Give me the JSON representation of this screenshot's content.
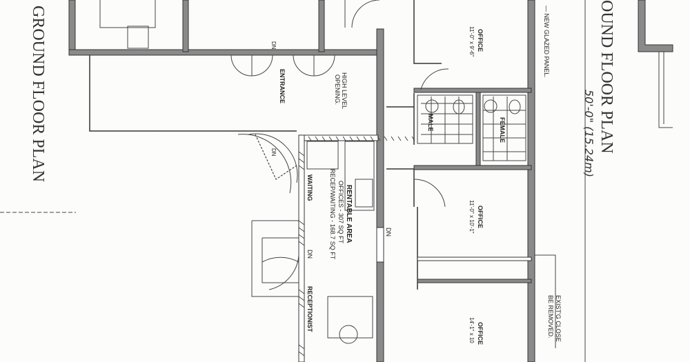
{
  "title_left": "GROUND FLOOR PLAN",
  "title_right": "OUND FLOOR PLAN",
  "overall_dimension": "50'-0\" (15.24m)",
  "notes": {
    "glazed_panel": "— NEW GLAZED PANEL.",
    "closet_line1": "EXIST'G CLOSE",
    "closet_line2": "BE REMOVED."
  },
  "rooms": {
    "office_top": {
      "name": "OFFICE",
      "size": "11'-0\" x 9'-6\""
    },
    "office_mid": {
      "name": "OFFICE",
      "size": "11'-0\" x 10'-1\""
    },
    "office_bottom": {
      "name": "OFFICE",
      "size": "14'-1\" x 10"
    },
    "male": "MALE",
    "female": "FEMALE",
    "entrance": "ENTRANCE",
    "high_level_1": "HIGH LEVEL",
    "high_level_2": "OPENING.",
    "rentable_title": "RENTABLE AREA",
    "rentable_offices": "OFFICES - 307 SQ FT",
    "rentable_recep": "RECEP/WAITING - 168.7 SQ FT",
    "waiting": "WAITING",
    "receptionist": "RECEPTIONIST"
  },
  "stair_labels": {
    "dn_entrance": "DN",
    "dn_porch": "DN",
    "dn_waiting": "DN",
    "dn_hall": "DN"
  }
}
